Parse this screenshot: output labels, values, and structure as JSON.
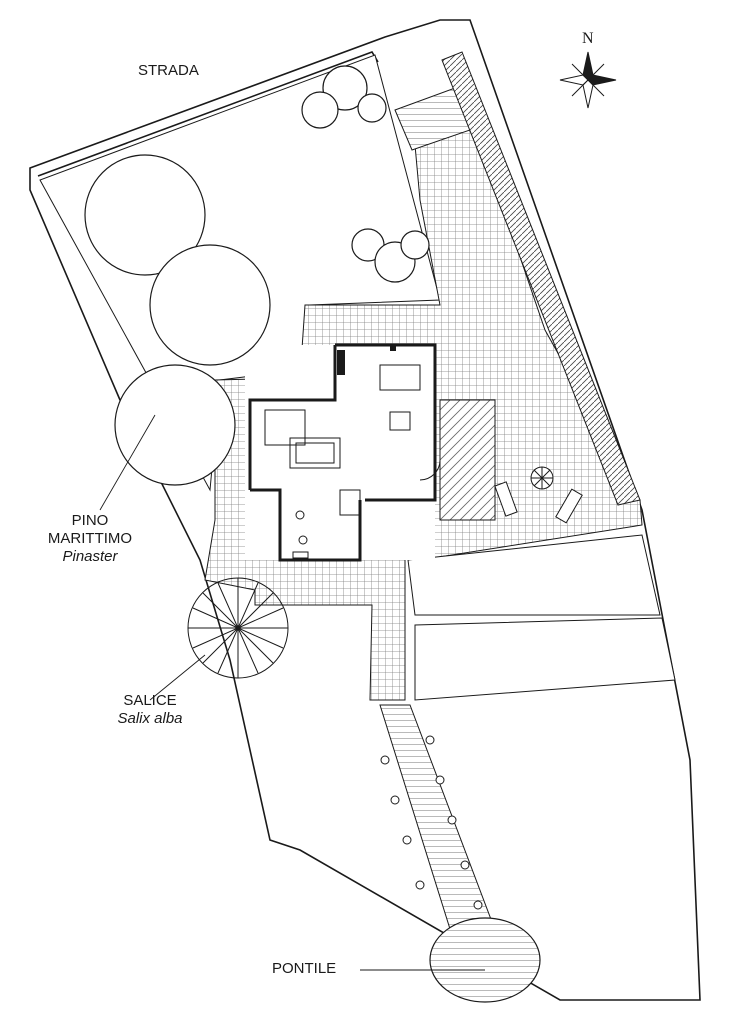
{
  "labels": {
    "street": "STRADA",
    "north": "N",
    "pine_name": "PINO",
    "pine_name2": "MARITTIMO",
    "pine_species": "Pinaster",
    "willow_name": "SALICE",
    "willow_species": "Salix alba",
    "pier": "PONTILE"
  },
  "colors": {
    "ink": "#1a1a1a",
    "paper": "#ffffff",
    "paving": "#b9b9b9"
  },
  "icons": {
    "compass": "compass-rose-icon"
  }
}
